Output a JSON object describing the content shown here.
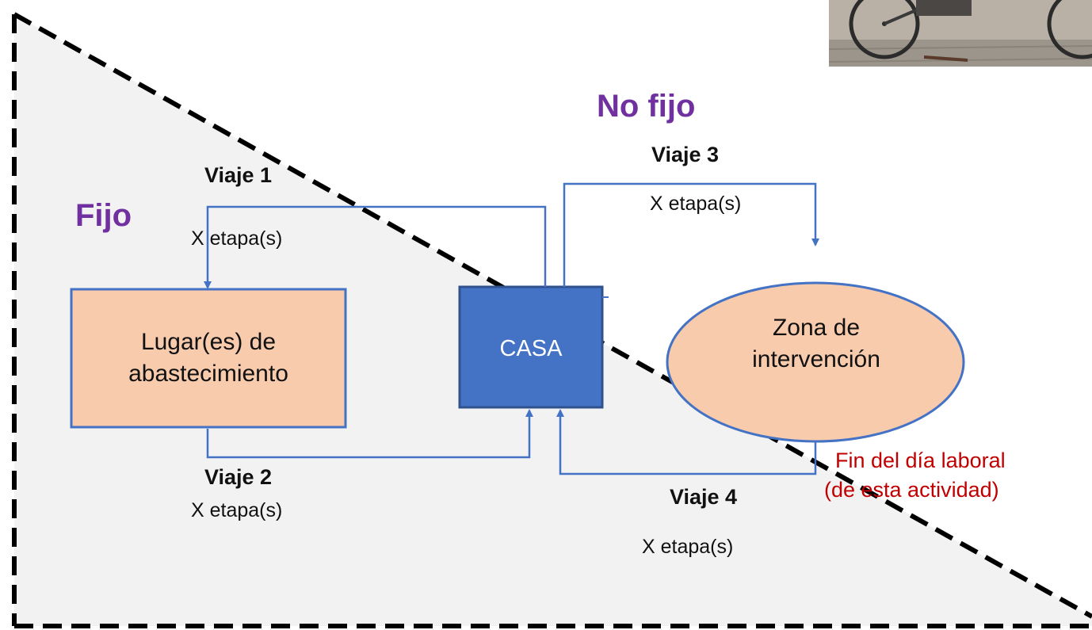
{
  "regions": {
    "fixed": "Fijo",
    "not_fixed": "No fijo"
  },
  "nodes": {
    "supply": "Lugar(es) de abastecimiento",
    "home": "CASA",
    "zone": "Zona de intervención"
  },
  "trips": [
    {
      "label": "Viaje 1",
      "stages": "X etapa(s)"
    },
    {
      "label": "Viaje 2",
      "stages": "X etapa(s)"
    },
    {
      "label": "Viaje 3",
      "stages": "X etapa(s)"
    },
    {
      "label": "Viaje 4",
      "stages": "X etapa(s)"
    }
  ],
  "end_of_day": {
    "line1": "Fin del día laboral",
    "line2": "(de esta actividad)"
  },
  "colors": {
    "purple": "#7030a0",
    "blue_box": "#4472c4",
    "peach": "#f8cbad",
    "arrow": "#4472c4",
    "red": "#c00000",
    "shaded_region": "#f2f2f2"
  },
  "photo": {
    "icon": "bicycle-photo"
  }
}
